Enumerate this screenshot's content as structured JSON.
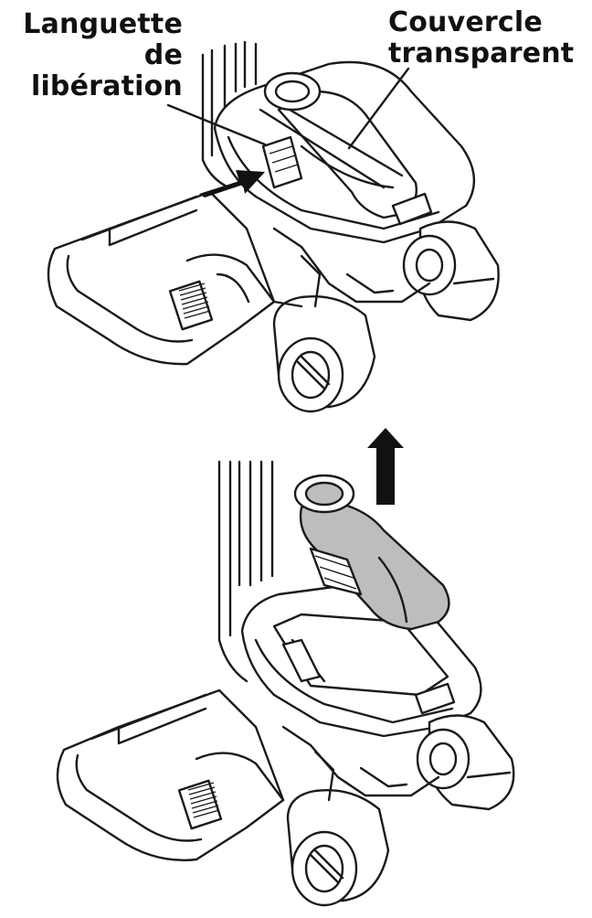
{
  "labels": {
    "release_tab": [
      "Languette",
      "de",
      "libération"
    ],
    "transparent_lid": [
      "Couvercle",
      "transparent"
    ]
  },
  "colors": {
    "line": "#1a1a1a",
    "lid_fill": "#bdbdbd",
    "background": "#ffffff"
  }
}
